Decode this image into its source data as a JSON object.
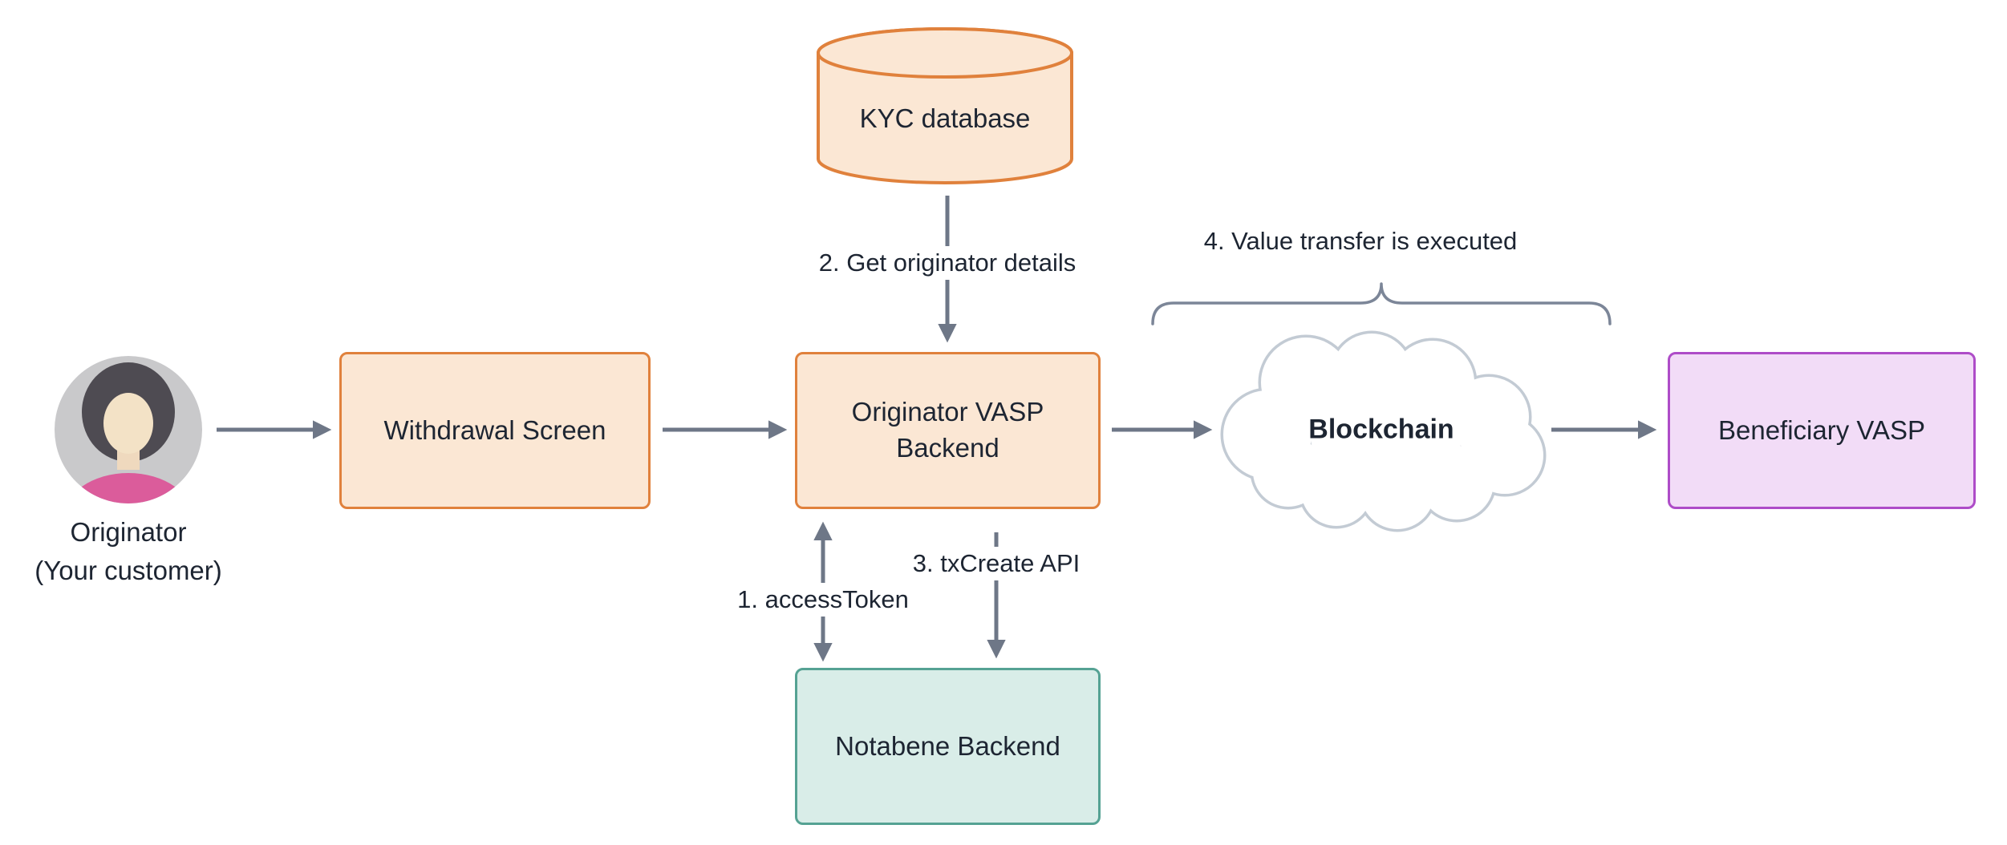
{
  "actor": {
    "line1": "Originator",
    "line2": "(Your customer)"
  },
  "nodes": {
    "kyc_database": {
      "label": "KYC database"
    },
    "withdrawal_screen": {
      "label": "Withdrawal Screen"
    },
    "originator_vasp_backend": {
      "line1": "Originator VASP",
      "line2": "Backend"
    },
    "notabene_backend": {
      "label": "Notabene Backend"
    },
    "blockchain": {
      "label": "Blockchain"
    },
    "beneficiary_vasp": {
      "label": "Beneficiary VASP"
    }
  },
  "steps": {
    "step1": {
      "label": "1. accessToken"
    },
    "step2": {
      "label": "2. Get originator details"
    },
    "step3": {
      "label": "3. txCreate API"
    },
    "step4": {
      "label": "4. Value transfer is executed"
    }
  },
  "colors": {
    "orange_border": "#E0813C",
    "orange_fill": "#FBE7D4",
    "teal_border": "#55A293",
    "teal_fill": "#D9EDE8",
    "purple_border": "#AE4CC8",
    "purple_fill": "#F2DCF7",
    "arrow": "#6E7787",
    "brace": "#7C8698",
    "cloud_stroke": "#C3CBD4",
    "text": "#1D2532"
  }
}
